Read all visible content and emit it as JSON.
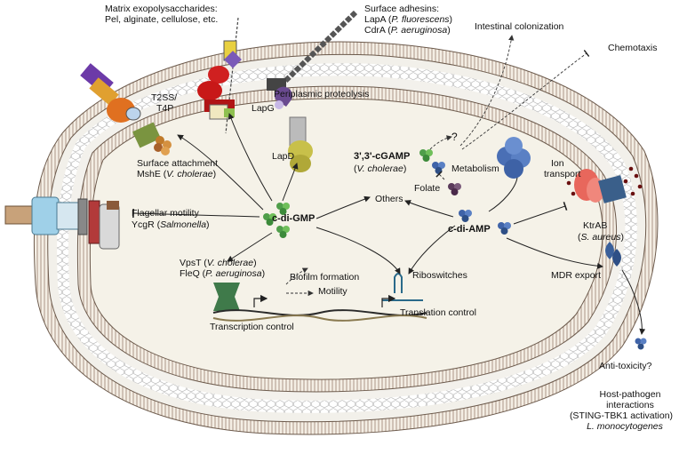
{
  "labels": {
    "matrix_title": "Matrix exopolysaccharides:",
    "matrix_sub": "Pel, alginate, cellulose, etc.",
    "adhesins_title": "Surface adhesins:",
    "lapa_a": "LapA (",
    "lapa_sp": "P. fluorescens",
    "lapa_b": ")",
    "cdra_a": "CdrA (",
    "cdra_sp": "P. aeruginosa",
    "cdra_b": ")",
    "intestinal": "Intestinal colonization",
    "chemotaxis": "Chemotaxis",
    "periplasmic": "Periplasmic proteolysis",
    "t2ss_1": "T2SS/",
    "t2ss_2": "T4P",
    "lapg": "LapG",
    "lapd": "LapD",
    "cgamp": "3',3'-cGAMP",
    "cgamp_sp_a": "(",
    "cgamp_sp": "V. cholerae",
    "cgamp_sp_b": ")",
    "question": "?",
    "metabolism": "Metabolism",
    "ion_1": "Ion",
    "ion_2": "transport",
    "folate": "Folate",
    "surface_att": "Surface attachment",
    "mshe_a": "MshE (",
    "mshe_sp": "V. cholerae",
    "mshe_b": ")",
    "flagellar": "Flagellar motility",
    "ycgr_a": "YcgR (",
    "ycgr_sp": "Salmonella",
    "ycgr_b": ")",
    "cdigmp": "c-di-GMP",
    "others": "Others",
    "cdiamp": "c-di-AMP",
    "ktrab": "KtrAB",
    "ktrab_sp_a": "(",
    "ktrab_sp": "S. aureus",
    "ktrab_sp_b": ")",
    "vpst_a": "VpsT (",
    "vpst_sp": "V. cholerae",
    "vpst_b": ")",
    "fleq_a": "FleQ (",
    "fleq_sp": "P. aeruginosa",
    "fleq_b": ")",
    "biofilm": "Biofilm formation",
    "motility": "Motility",
    "riboswitches": "Riboswitches",
    "mdr": "MDR export",
    "transcription": "Transcription control",
    "translation": "Translation control",
    "antitox": "Anti-toxicity?",
    "host_1": "Host-pathogen",
    "host_2": "interactions",
    "host_3": "(STING-TBK1 activation)",
    "host_4": "L. monocytogenes"
  },
  "colors": {
    "membrane": "#c9a58a",
    "cytoplasm": "#f5f2e8",
    "peptidoglycan": "#d8d8d8",
    "cdigmp_molecule": "#4f9e4a",
    "cdiamp_molecule": "#3f63a8",
    "metabolism_enzyme": "#4a6fb5",
    "ktrab_channel": "#e8675c",
    "flagellar_motor": "#8fbfd8",
    "lapd": "#c8c04a",
    "lapg": "#6a4a90"
  },
  "icons": [
    "molecule-cluster-icon",
    "protein-icon",
    "dna-icon",
    "arrow-icon"
  ]
}
